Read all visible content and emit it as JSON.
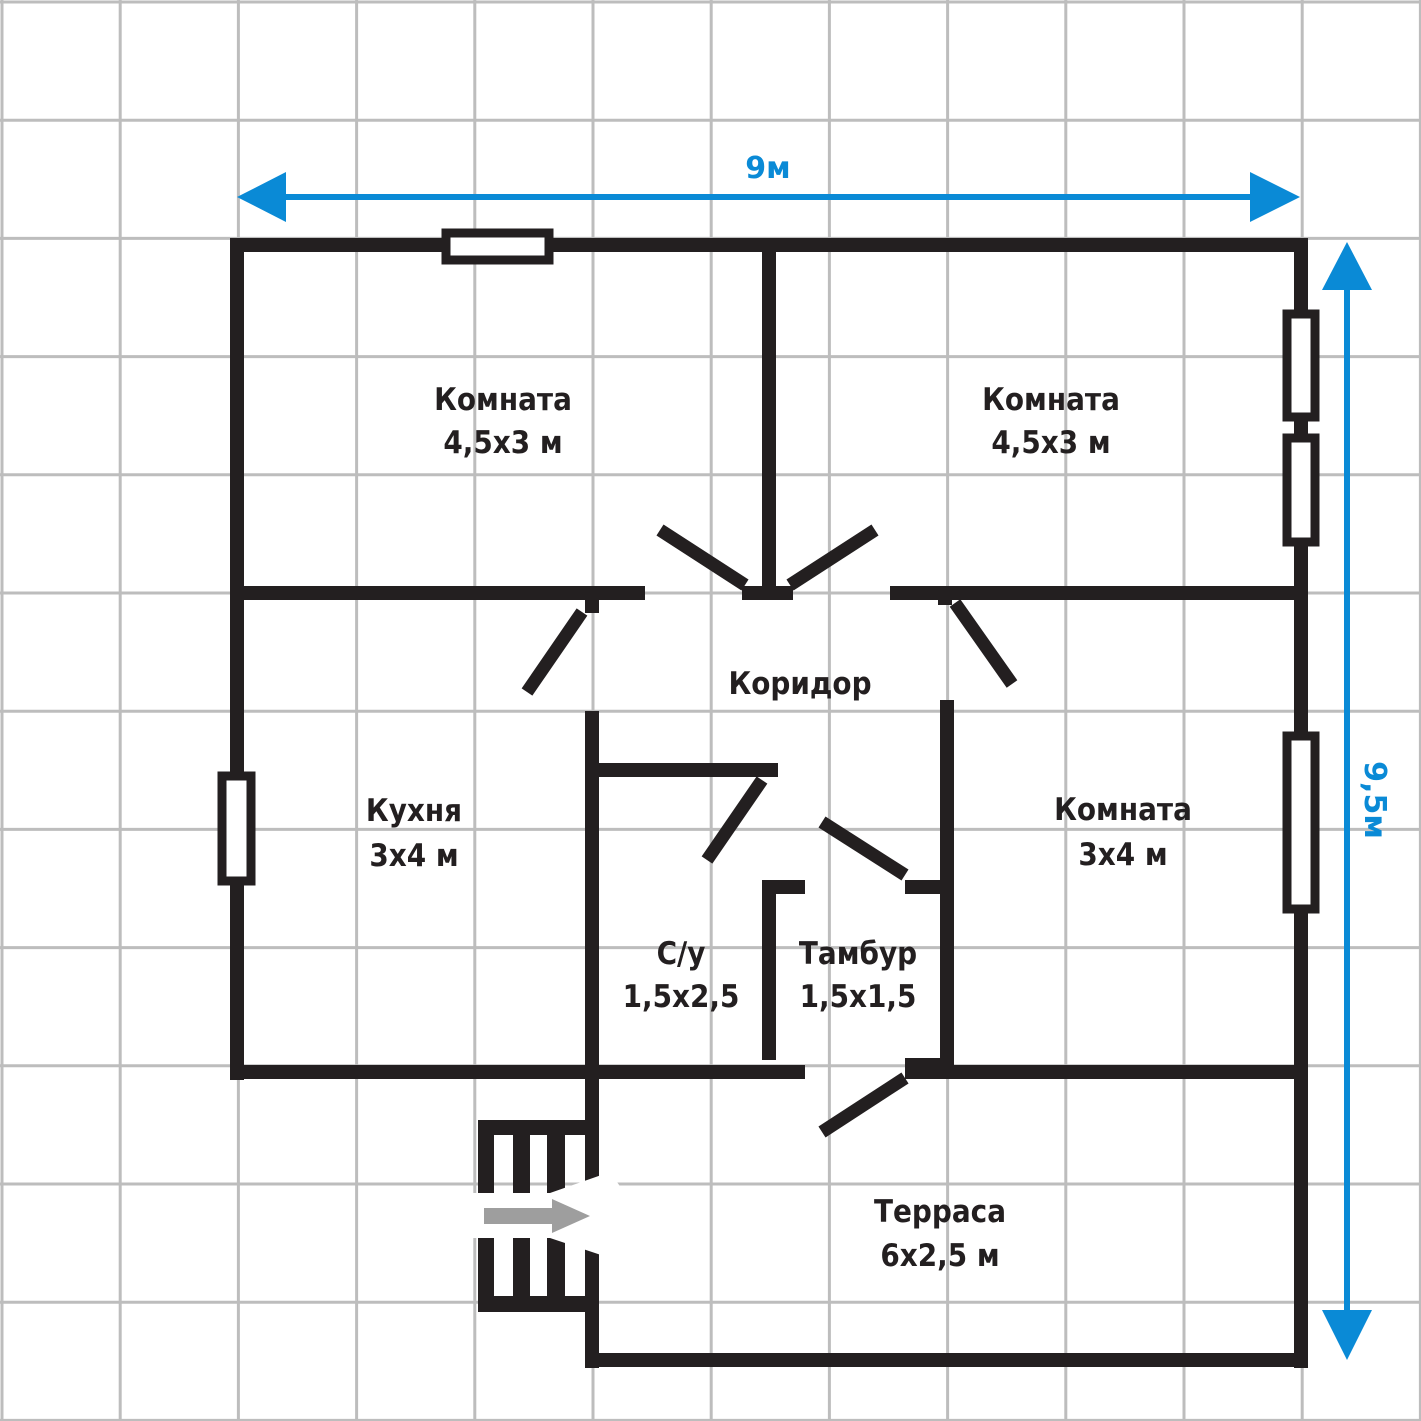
{
  "colors": {
    "wall": "#231f20",
    "grid": "#bdbdbd",
    "dimension": "#0a8ad6",
    "arrow": "#9e9e9e"
  },
  "dimensions": {
    "width": "9м",
    "height": "9,5м"
  },
  "rooms": [
    {
      "name": "Комната",
      "size": "4,5x3 м"
    },
    {
      "name": "Комната",
      "size": "4,5x3 м"
    },
    {
      "name": "Коридор"
    },
    {
      "name": "Кухня",
      "size": "3x4 м"
    },
    {
      "name": "Комната",
      "size": "3x4 м"
    },
    {
      "name": "С/у",
      "size": "1,5x2,5"
    },
    {
      "name": "Тамбур",
      "size": "1,5x1,5"
    },
    {
      "name": "Терраса",
      "size": "6x2,5 м"
    }
  ]
}
